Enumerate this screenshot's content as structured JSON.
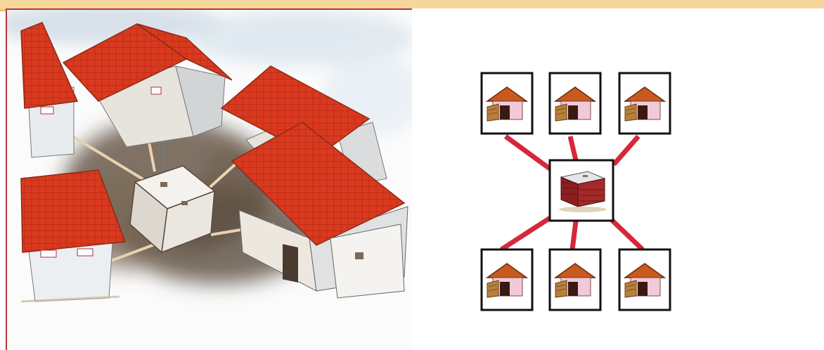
{
  "colors": {
    "top_bar": "#f5d79b",
    "left_border": "#b53838",
    "roof_red": "#d93a1f",
    "connector_red": "#d6283a",
    "house_roof": "#c95a1e",
    "house_wall": "#f2c9d6",
    "pit_brick": "#8b1f1f"
  },
  "left_illustration": {
    "description_icon": "watercolor-houses-around-septic-tank"
  },
  "right_diagram": {
    "center_icon": "septic-tank-icon",
    "house_icon": "house-icon",
    "top_houses": [
      "house-1",
      "house-2",
      "house-3"
    ],
    "bottom_houses": [
      "house-4",
      "house-5",
      "house-6"
    ]
  }
}
